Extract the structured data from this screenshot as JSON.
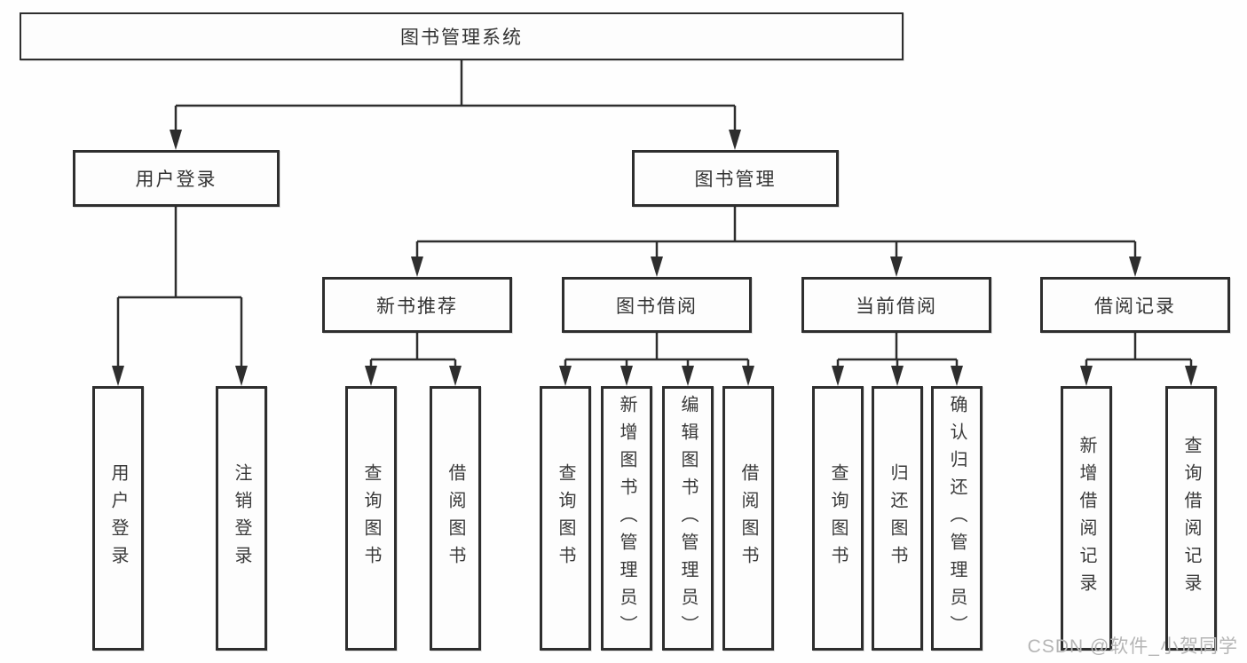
{
  "root": {
    "label": "图书管理系统"
  },
  "branches": [
    {
      "label": "用户登录",
      "children": [
        {
          "label": "用户登录"
        },
        {
          "label": "注销登录"
        }
      ]
    },
    {
      "label": "图书管理",
      "groups": [
        {
          "label": "新书推荐",
          "children": [
            {
              "label": "查询图书"
            },
            {
              "label": "借阅图书"
            }
          ]
        },
        {
          "label": "图书借阅",
          "children": [
            {
              "label": "查询图书"
            },
            {
              "label": "新增图书（管理员）"
            },
            {
              "label": "编辑图书（管理员）"
            },
            {
              "label": "借阅图书"
            }
          ]
        },
        {
          "label": "当前借阅",
          "children": [
            {
              "label": "查询图书"
            },
            {
              "label": "归还图书"
            },
            {
              "label": "确认归还（管理员）"
            }
          ]
        },
        {
          "label": "借阅记录",
          "children": [
            {
              "label": "新增借阅记录"
            },
            {
              "label": "查询借阅记录"
            }
          ]
        }
      ]
    }
  ],
  "watermark": {
    "text": "CSDN @软件_小贺同学"
  },
  "colors": {
    "line": "#2e2e2e",
    "text": "#333333",
    "watermark": "#b5b5b5"
  }
}
